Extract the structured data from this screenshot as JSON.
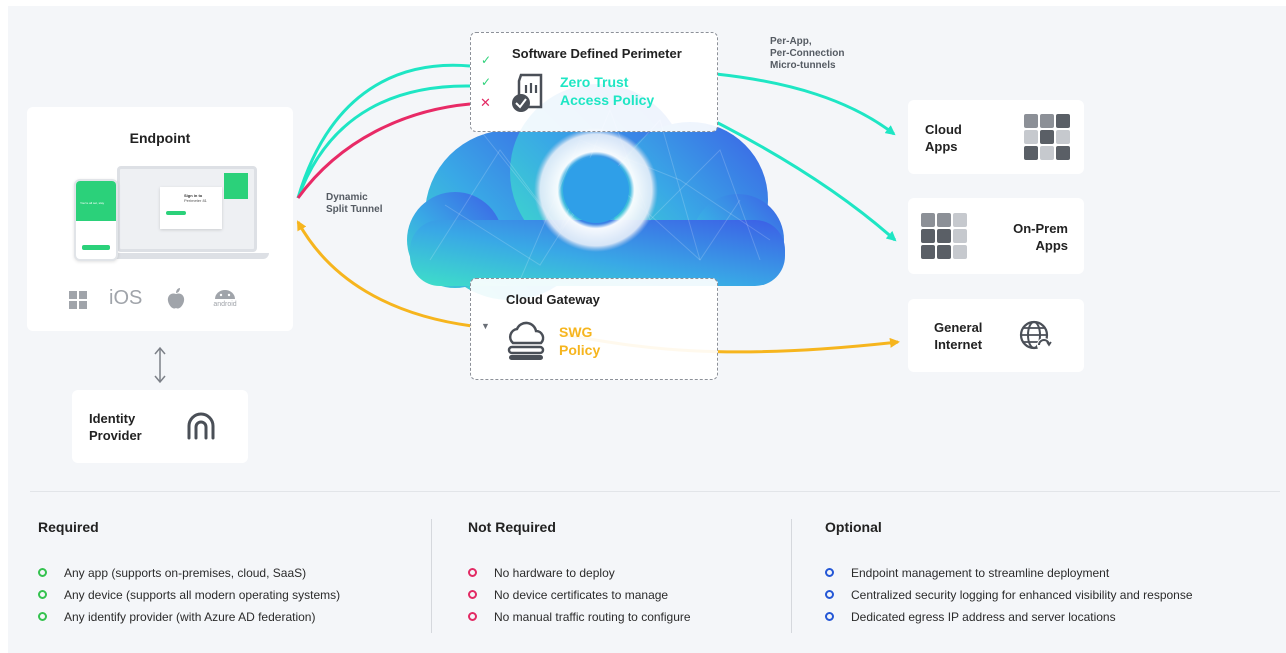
{
  "endpoint": {
    "title": "Endpoint",
    "os": [
      "Windows",
      "iOS",
      "Apple",
      "android"
    ]
  },
  "idp": {
    "title_line1": "Identity",
    "title_line2": "Provider",
    "icon": "fingerprint-arch-icon"
  },
  "sdp": {
    "title": "Software Defined Perimeter",
    "policy_line1": "Zero Trust",
    "policy_line2": "Access Policy",
    "checks": [
      "✓",
      "✓",
      "✕"
    ]
  },
  "gateway": {
    "title": "Cloud Gateway",
    "policy_line1": "SWG",
    "policy_line2": "Policy",
    "filter": "▼"
  },
  "annotations": {
    "split_line1": "Dynamic",
    "split_line2": "Split Tunnel",
    "micro_line1": "Per-App,",
    "micro_line2": "Per-Connection",
    "micro_line3": "Micro-tunnels"
  },
  "destinations": {
    "cloud": {
      "line1": "Cloud",
      "line2": "Apps"
    },
    "onprem": {
      "line1": "On-Prem",
      "line2": "Apps"
    },
    "internet": {
      "line1": "General",
      "line2": "Internet"
    }
  },
  "mockup": {
    "phone_title": "You're all set, stay",
    "laptop_title": "Sign in to",
    "laptop_sub": "Perimeter 81"
  },
  "columns": [
    {
      "heading": "Required",
      "color": "#34c24f",
      "items": [
        "Any app (supports on-premises, cloud, SaaS)",
        "Any device (supports all modern operating systems)",
        "Any identify provider (with Azure AD federation)"
      ]
    },
    {
      "heading": "Not Required",
      "color": "#e22a64",
      "items": [
        "No hardware to deploy",
        "No device certificates to manage",
        "No manual traffic routing to configure"
      ]
    },
    {
      "heading": "Optional",
      "color": "#2457d6",
      "items": [
        "Endpoint management to streamline deployment",
        "Centralized security logging for enhanced visibility and response",
        "Dedicated egress IP address and server locations"
      ]
    }
  ],
  "colors": {
    "teal": "#1ee6c4",
    "pink": "#e82a66",
    "amber": "#f6b51e",
    "check": "#2fd27a",
    "cross": "#e22a64"
  }
}
